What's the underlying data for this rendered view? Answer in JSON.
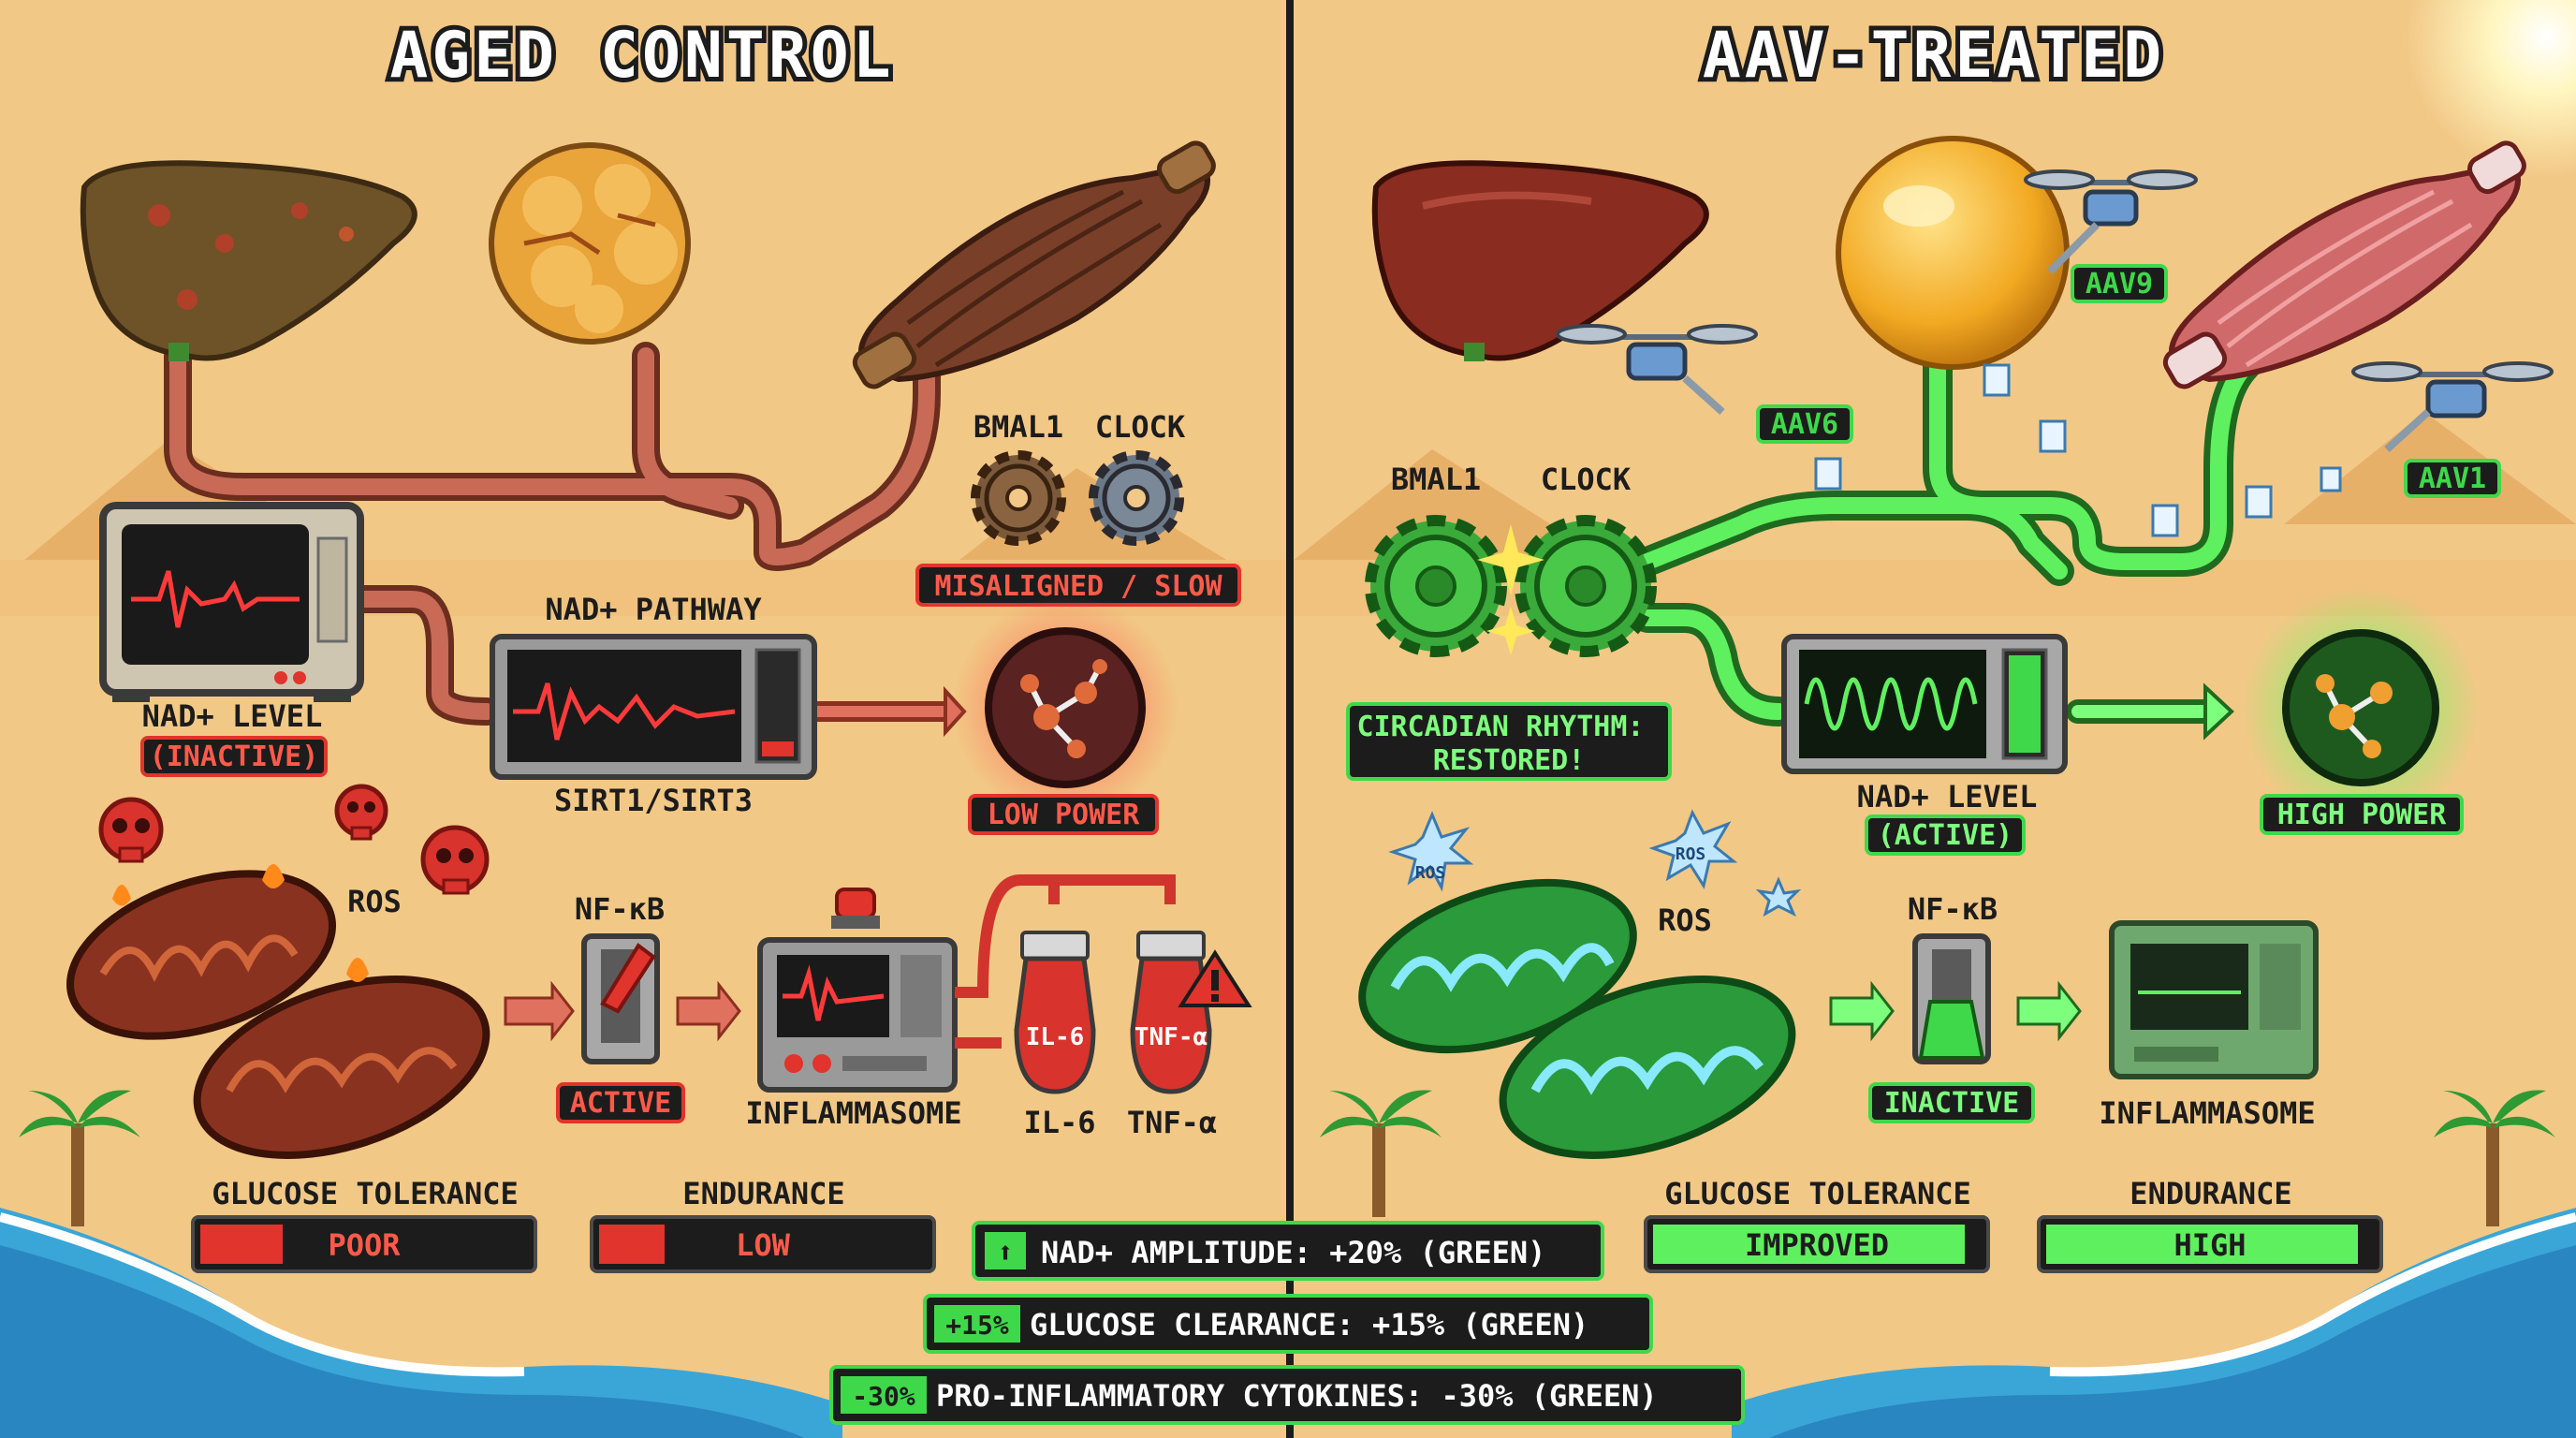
{
  "left_panel": {
    "title": "AGED CONTROL",
    "clock_genes": [
      "BMAL1",
      "CLOCK"
    ],
    "clock_status": "MISALIGNED / SLOW",
    "nad_level_label": "NAD+ LEVEL",
    "nad_level_status": "(INACTIVE)",
    "nad_pathway_label": "NAD+ PATHWAY",
    "sirt_label": "SIRT1/SIRT3",
    "power_status": "LOW POWER",
    "ros_label": "ROS",
    "nfkb_label": "NF-κB",
    "nfkb_status": "ACTIVE",
    "inflammasome_label": "INFLAMMASOME",
    "cytokines": [
      "IL-6",
      "TNF-α"
    ],
    "glucose_label": "GLUCOSE TOLERANCE",
    "glucose_value": "POOR",
    "glucose_level": 0.25,
    "endurance_label": "ENDURANCE",
    "endurance_value": "LOW",
    "endurance_level": 0.2
  },
  "right_panel": {
    "title": "AAV-TREATED",
    "vectors": [
      "AAV9",
      "AAV6",
      "AAV1"
    ],
    "clock_genes": [
      "BMAL1",
      "CLOCK"
    ],
    "clock_status": "CIRCADIAN RHYTHM:\nRESTORED!",
    "nad_level_label": "NAD+ LEVEL",
    "nad_level_status": "(ACTIVE)",
    "power_status": "HIGH POWER",
    "ros_label": "ROS",
    "ros_badge": "ROS",
    "nfkb_label": "NF-κB",
    "nfkb_status": "INACTIVE",
    "inflammasome_label": "INFLAMMASOME",
    "glucose_label": "GLUCOSE TOLERANCE",
    "glucose_value": "IMPROVED",
    "glucose_level": 0.95,
    "endurance_label": "ENDURANCE",
    "endurance_value": "HIGH",
    "endurance_level": 0.95
  },
  "summary": [
    {
      "badge": "⬆",
      "text": "NAD+ AMPLITUDE: +20% (GREEN)"
    },
    {
      "badge": "+15%",
      "text": "GLUCOSE CLEARANCE: +15% (GREEN)"
    },
    {
      "badge": "-30%",
      "text": "PRO-INFLAMMATORY CYTOKINES: -30% (GREEN)"
    }
  ],
  "colors": {
    "sand": "#f2c886",
    "red_accent": "#e0342c",
    "green_accent": "#3fd84a",
    "tag_bg": "#1c1c1c",
    "ocean": "#3aa6d8"
  }
}
